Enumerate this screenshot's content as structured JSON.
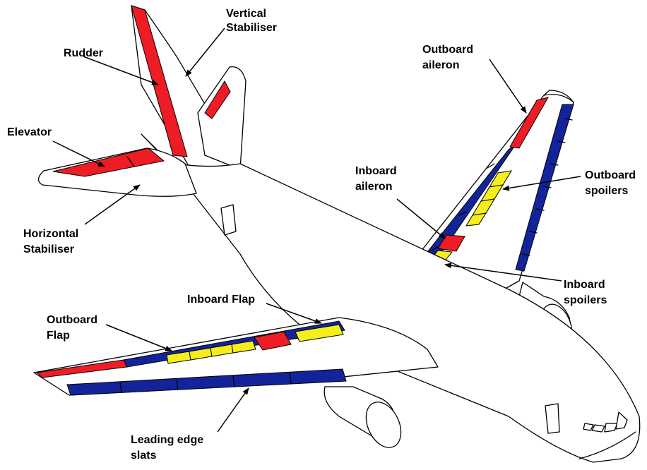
{
  "colors": {
    "red": "#ee1c24",
    "blue": "#13249a",
    "yellow": "#f5ee1a"
  },
  "labels": {
    "vertical_stabiliser": [
      "Vertical",
      "Stabiliser"
    ],
    "rudder": [
      "Rudder"
    ],
    "elevator": [
      "Elevator"
    ],
    "horizontal_stabiliser": [
      "Horizontal",
      "Stabiliser"
    ],
    "outboard_aileron": [
      "Outboard",
      "aileron"
    ],
    "outboard_spoilers": [
      "Outboard",
      "spoilers"
    ],
    "inboard_aileron": [
      "Inboard",
      "aileron"
    ],
    "inboard_spoilers": [
      "Inboard",
      "spoilers"
    ],
    "inboard_flap": [
      "Inboard Flap"
    ],
    "outboard_flap": [
      "Outboard",
      "Flap"
    ],
    "leading_edge_slats": [
      "Leading edge",
      "slats"
    ]
  }
}
